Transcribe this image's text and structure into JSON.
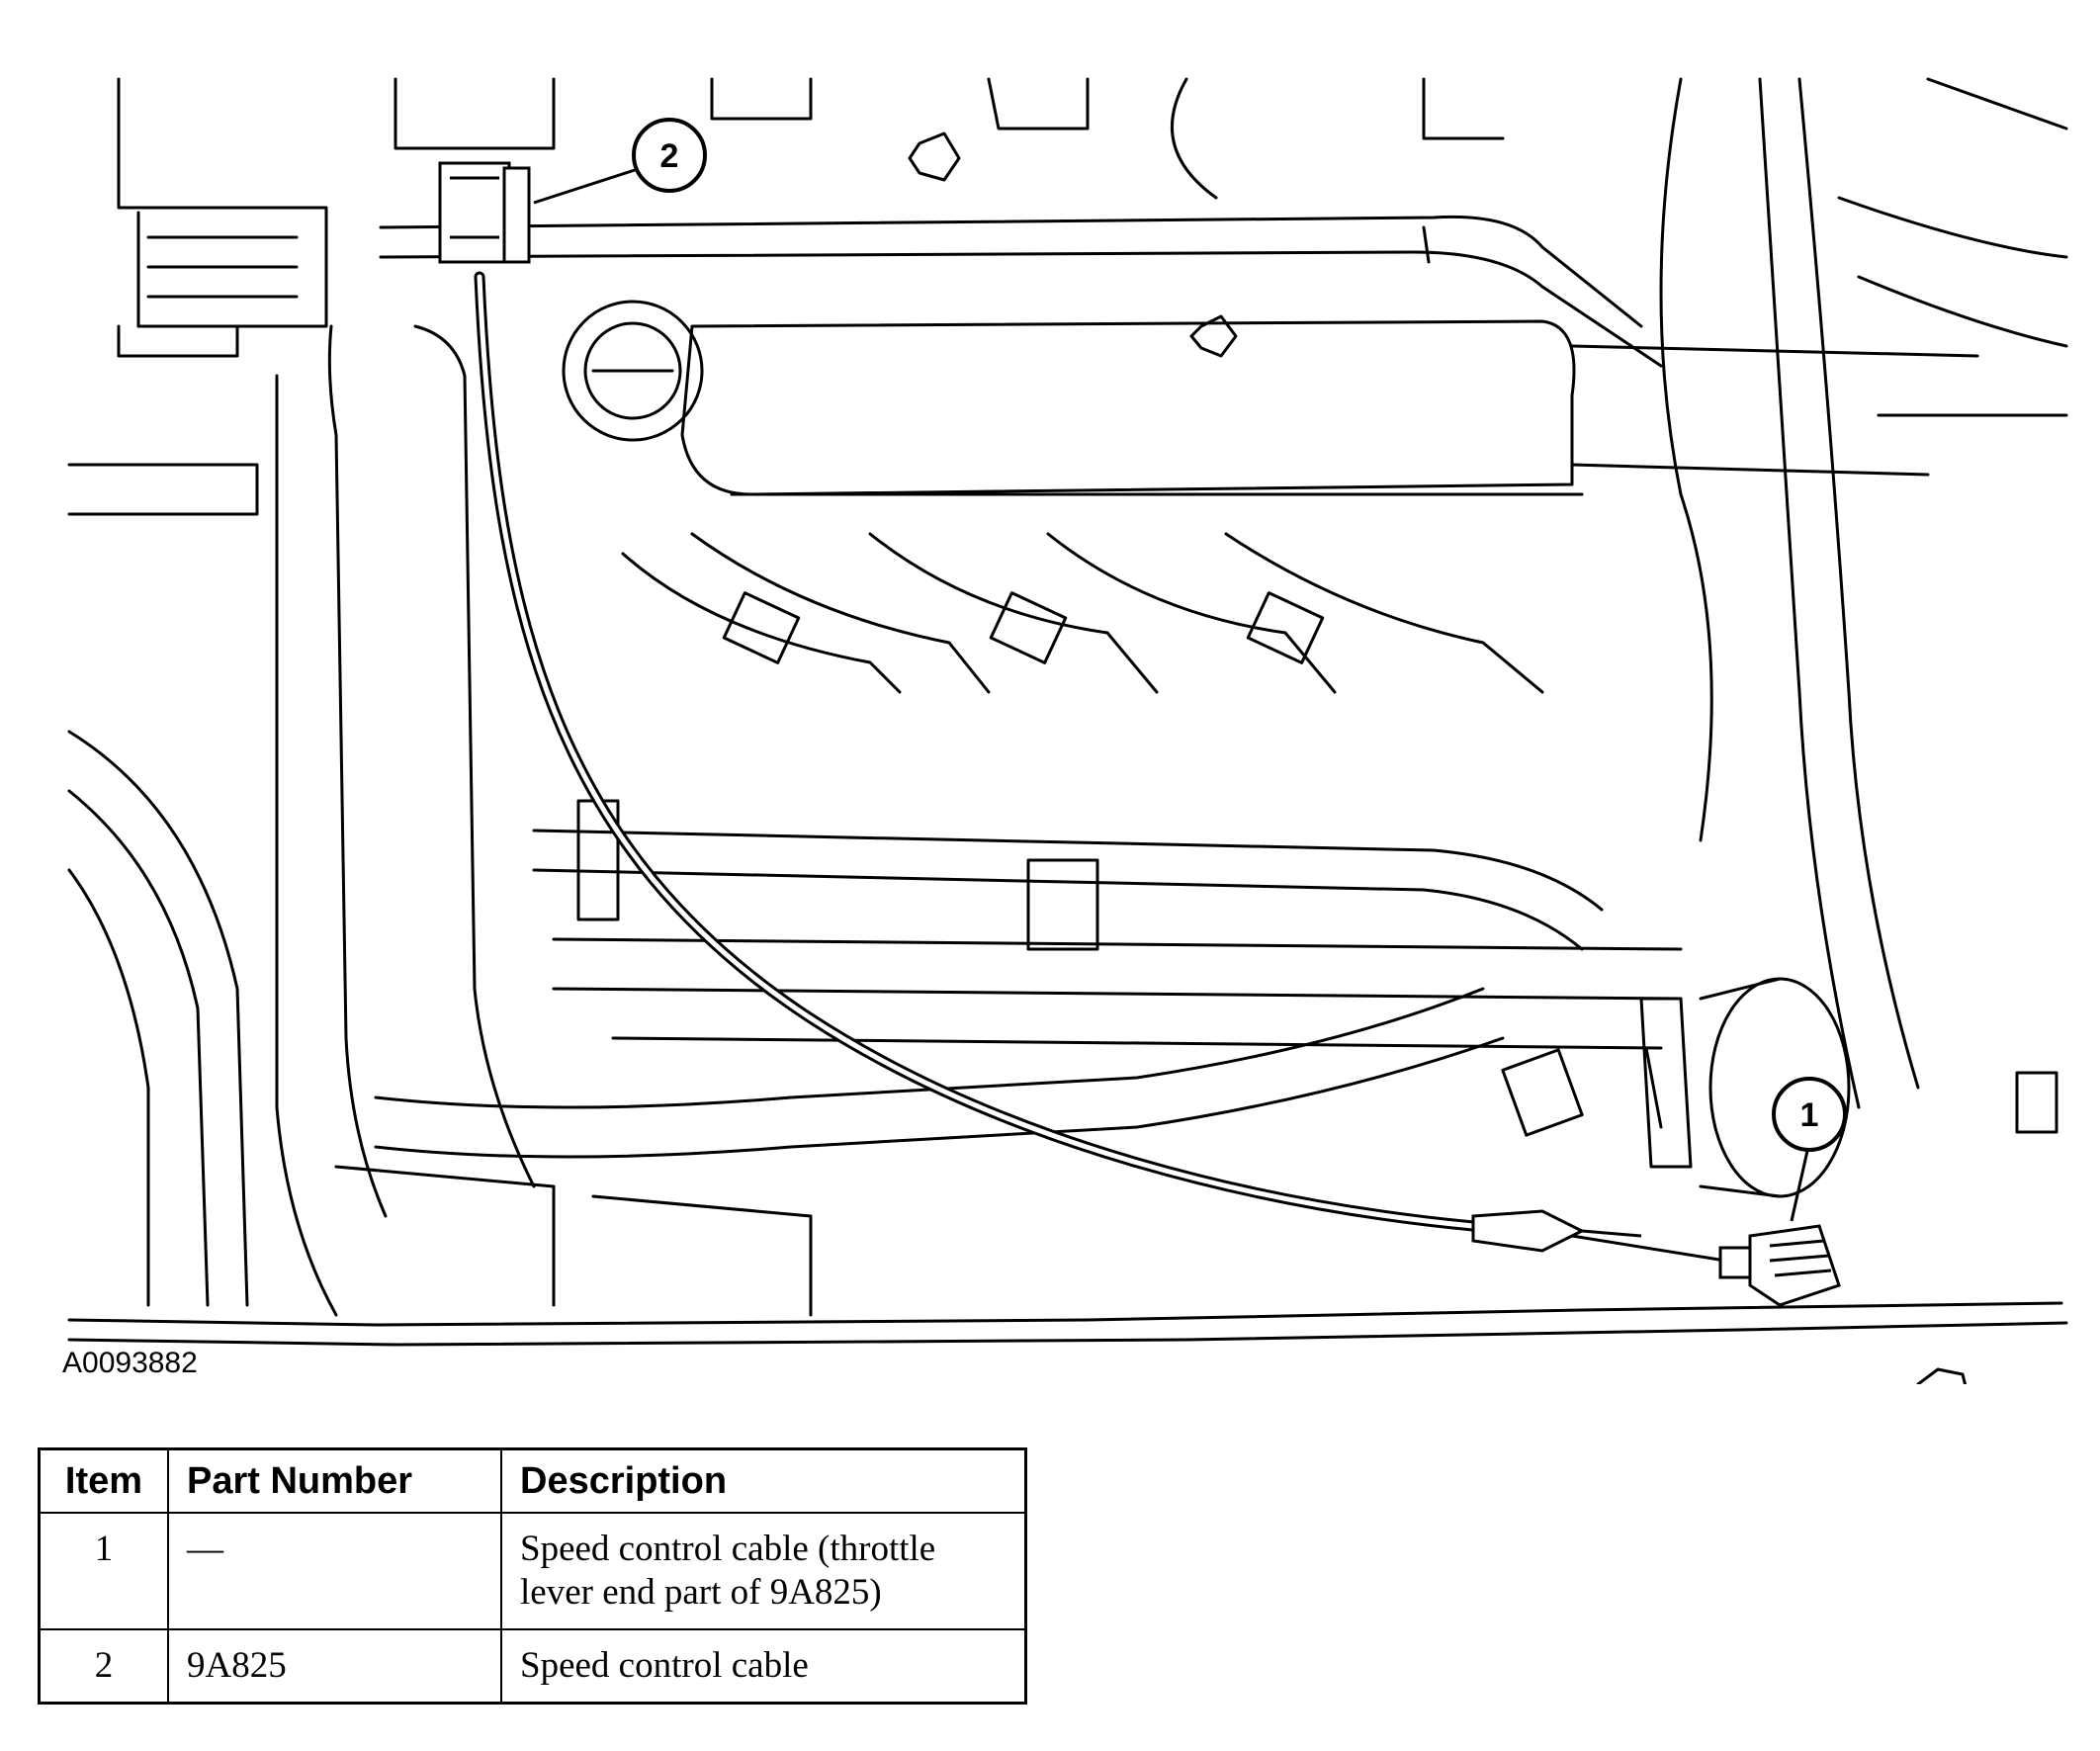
{
  "figure": {
    "id": "A0093882",
    "callouts": [
      {
        "label": "1"
      },
      {
        "label": "2"
      }
    ]
  },
  "table": {
    "headers": {
      "item": "Item",
      "part_number": "Part Number",
      "description": "Description"
    },
    "rows": [
      {
        "item": "1",
        "part_number": "—",
        "description_line1": "Speed control cable (throttle",
        "description_line2": "lever end part of 9A825)"
      },
      {
        "item": "2",
        "part_number": "9A825",
        "description_line1": "Speed control cable",
        "description_line2": ""
      }
    ]
  }
}
